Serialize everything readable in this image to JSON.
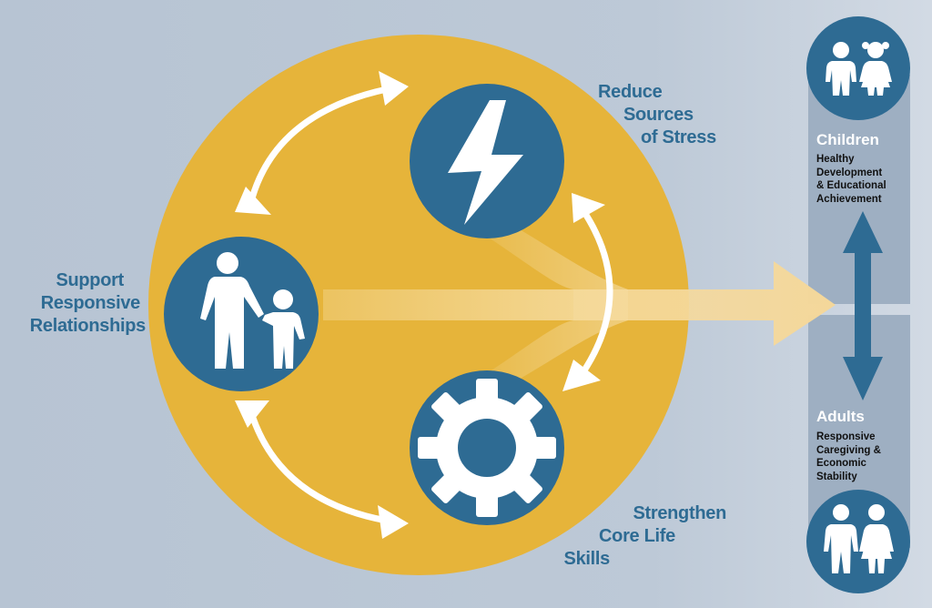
{
  "strategies": {
    "stress": {
      "lines": [
        "Reduce",
        "Sources",
        "of Stress"
      ],
      "icon": "lightning-bolt-icon"
    },
    "relationships": {
      "lines": [
        "Support",
        "Responsive",
        "Relationships"
      ],
      "icon": "adult-and-child-icon"
    },
    "skills": {
      "lines": [
        "Strengthen",
        "Core Life",
        "Skills"
      ],
      "icon": "gear-icon"
    }
  },
  "outcomes": {
    "children": {
      "title": "Children",
      "lines": [
        "Healthy",
        "Development",
        "& Educational",
        "Achievement"
      ],
      "icon": "boy-and-girl-icon"
    },
    "adults": {
      "title": "Adults",
      "lines": [
        "Responsive",
        "Caregiving &",
        "Economic",
        "Stability"
      ],
      "icon": "man-and-woman-icon"
    }
  },
  "colors": {
    "background": "#b9c6d4",
    "big_circle": "#e6b43a",
    "icon_circle": "#2e6b93",
    "flow_arrow": "#f4d79a",
    "label_text": "#2e6b93",
    "panel": "#9aabbf"
  }
}
